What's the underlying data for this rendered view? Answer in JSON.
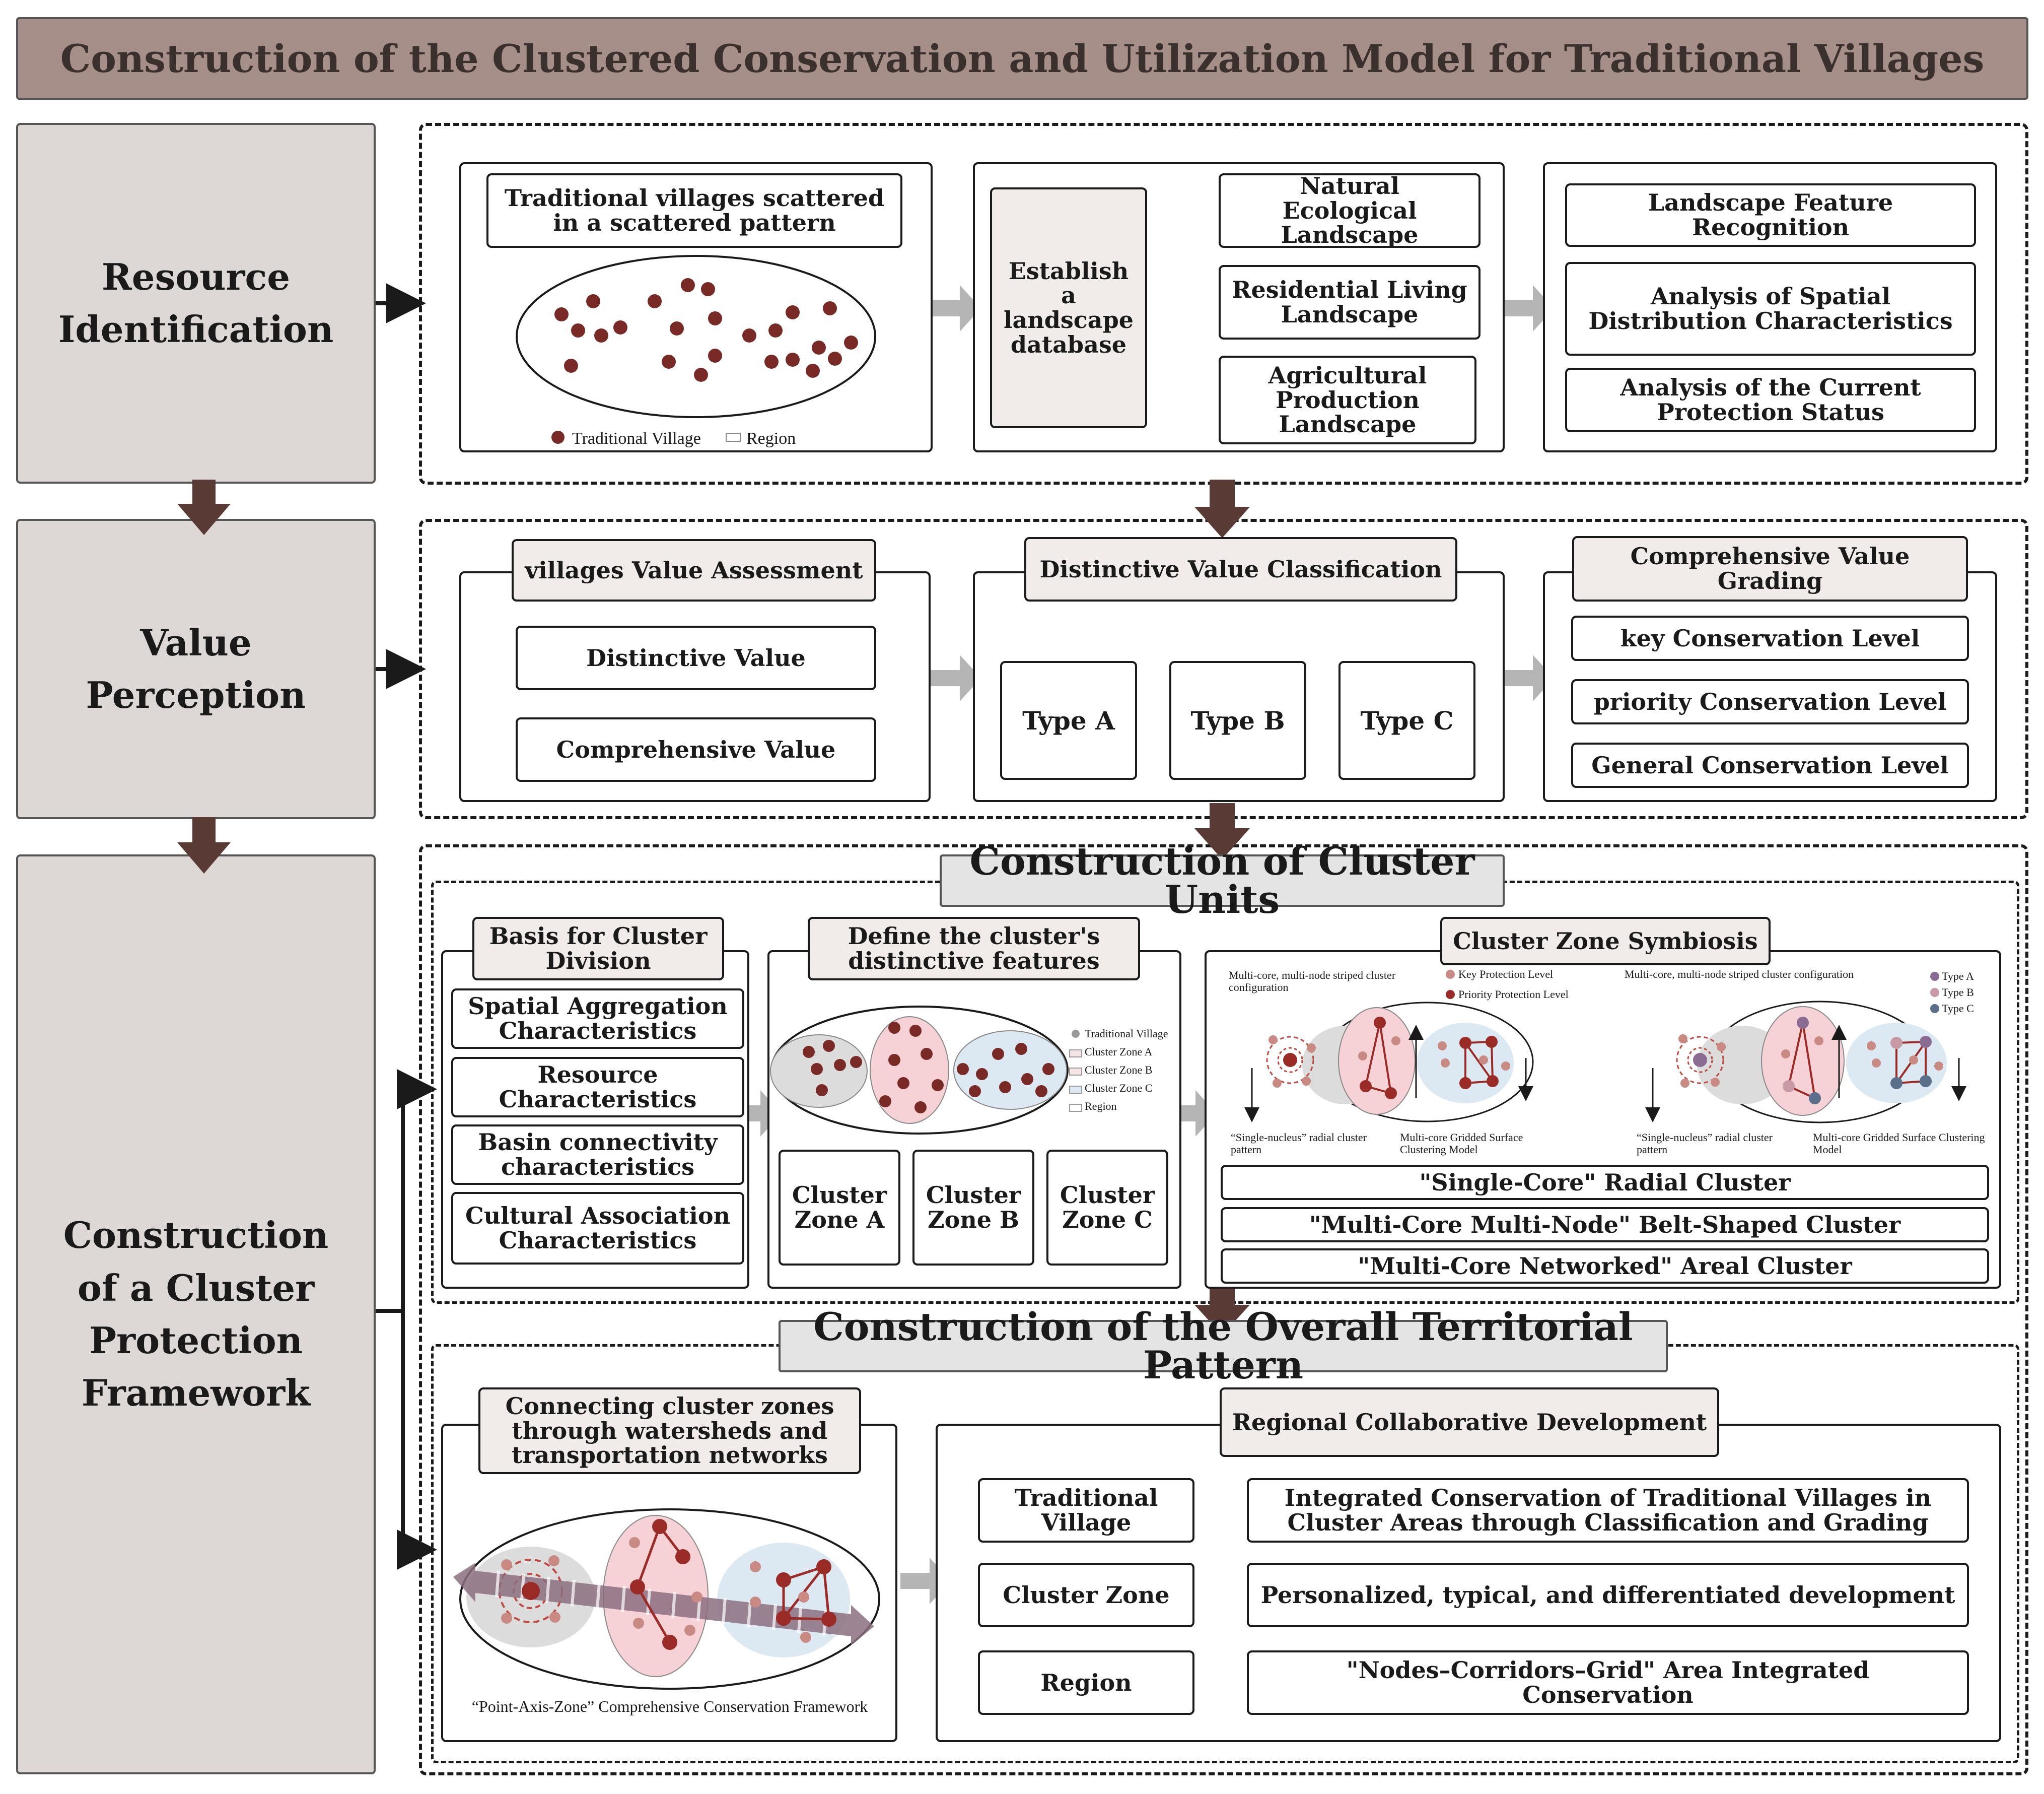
{
  "title": "Construction of the Clustered Conservation and Utilization Model for Traditional Villages",
  "stages": {
    "resource": "Resource Identification",
    "value": "Value Perception",
    "framework": "Construction of a Cluster Protection Framework"
  },
  "resource": {
    "scattered_label": "Traditional villages scattered in a scattered pattern",
    "legend_village": "Traditional Village",
    "legend_region": "Region",
    "database": "Establish a landscape database",
    "landscapes": [
      "Natural Ecological Landscape",
      "Residential Living Landscape",
      "Agricultural Production Landscape"
    ],
    "analyses": [
      "Landscape Feature Recognition",
      "Analysis of Spatial Distribution Characteristics",
      "Analysis of the Current Protection Status"
    ]
  },
  "value": {
    "assessment_title": "villages Value Assessment",
    "assessment_items": [
      "Distinctive Value",
      "Comprehensive Value"
    ],
    "classification_title": "Distinctive Value Classification",
    "types": [
      "Type A",
      "Type B",
      "Type C"
    ],
    "grading_title": "Comprehensive Value Grading",
    "levels": [
      "key Conservation Level",
      "priority Conservation Level",
      "General Conservation Level"
    ]
  },
  "cluster_units": {
    "title": "Construction of Cluster Units",
    "basis_title": "Basis for Cluster Division",
    "basis_items": [
      "Spatial Aggregation Characteristics",
      "Resource Characteristics",
      "Basin connectivity characteristics",
      "Cultural Association Characteristics"
    ],
    "define_title": "Define the cluster's distinctive features",
    "define_legend": [
      "Traditional Village",
      "Cluster Zone A",
      "Cluster Zone B",
      "Cluster Zone C",
      "Region"
    ],
    "zones": [
      "Cluster Zone A",
      "Cluster Zone B",
      "Cluster Zone C"
    ],
    "symbiosis_title": "Cluster Zone Symbiosis",
    "multi_core_caption": "Multi-core, multi-node striped cluster configuration",
    "legend_key": "Key Protection Level",
    "legend_priority": "Priority Protection Level",
    "legend_types": [
      "Type A",
      "Type B",
      "Type C"
    ],
    "radial_caption": "“Single-nucleus” radial cluster pattern",
    "gridded_caption": "Multi-core Gridded Surface Clustering Model",
    "models": [
      "\"Single-Core\" Radial Cluster",
      "\"Multi-Core Multi-Node\" Belt-Shaped Cluster",
      "\"Multi-Core Networked\" Areal Cluster"
    ]
  },
  "territorial": {
    "title": "Construction of the Overall Territorial Pattern",
    "connect_title": "Connecting cluster zones through watersheds and transportation networks",
    "framework_caption": "“Point-Axis-Zone” Comprehensive Conservation Framework",
    "regional_title": "Regional Collaborative Development",
    "rows": [
      {
        "left": "Traditional Village",
        "right": "Integrated Conservation of Traditional Villages in Cluster Areas through Classification and Grading"
      },
      {
        "left": "Cluster Zone",
        "right": "Personalized, typical, and differentiated development"
      },
      {
        "left": "Region",
        "right": "\"Nodes–Corridors–Grid\" Area Integrated Conservation"
      }
    ]
  },
  "colors": {
    "title_bg": "#a58f88",
    "side_bg": "#ddd8d6",
    "shade": "#f1ebea",
    "village_dot": "#7a2a26",
    "arrow_brown": "#5a3a35",
    "arrow_gray": "#b5b5b5",
    "zone_a": "#dcdcdc",
    "zone_b": "#f6d2d6",
    "zone_c": "#dde9f2",
    "type_a": "#8a6c93",
    "type_b": "#c79aa6",
    "type_c": "#5b6e8a"
  }
}
